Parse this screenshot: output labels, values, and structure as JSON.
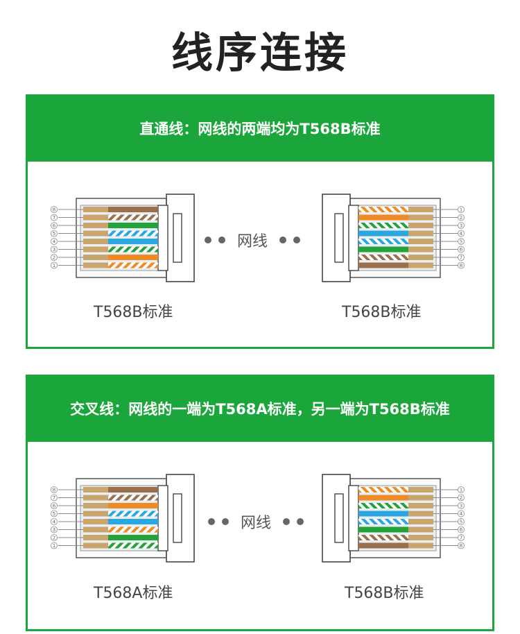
{
  "title": "线序连接",
  "colors": {
    "accent": "#1aa63a",
    "orange": "#f08a24",
    "green": "#23a23a",
    "blue": "#2aa6e0",
    "brown": "#9a6f4c",
    "metal": "#c9a46c"
  },
  "straight": {
    "heading": "直通线：网线的两端均为T568B标准",
    "left_label": "T568B标准",
    "right_label": "T568B标准",
    "cable_label": "网线",
    "left_wires": [
      "orange-white",
      "orange",
      "green-white",
      "blue",
      "blue-white",
      "green",
      "brown-white",
      "brown"
    ],
    "right_wires": [
      "orange-white",
      "orange",
      "green-white",
      "blue",
      "blue-white",
      "green",
      "brown-white",
      "brown"
    ]
  },
  "crossover": {
    "heading": "交叉线：网线的一端为T568A标准，另一端为T568B标准",
    "left_label": "T568A标准",
    "right_label": "T568B标准",
    "cable_label": "网线",
    "left_wires": [
      "green-white",
      "green",
      "orange-white",
      "blue",
      "blue-white",
      "orange",
      "brown-white",
      "brown"
    ],
    "right_wires": [
      "orange-white",
      "orange",
      "green-white",
      "blue",
      "blue-white",
      "green",
      "brown-white",
      "brown"
    ]
  },
  "pin_numbers": [
    "1",
    "2",
    "3",
    "4",
    "5",
    "6",
    "7",
    "8"
  ]
}
